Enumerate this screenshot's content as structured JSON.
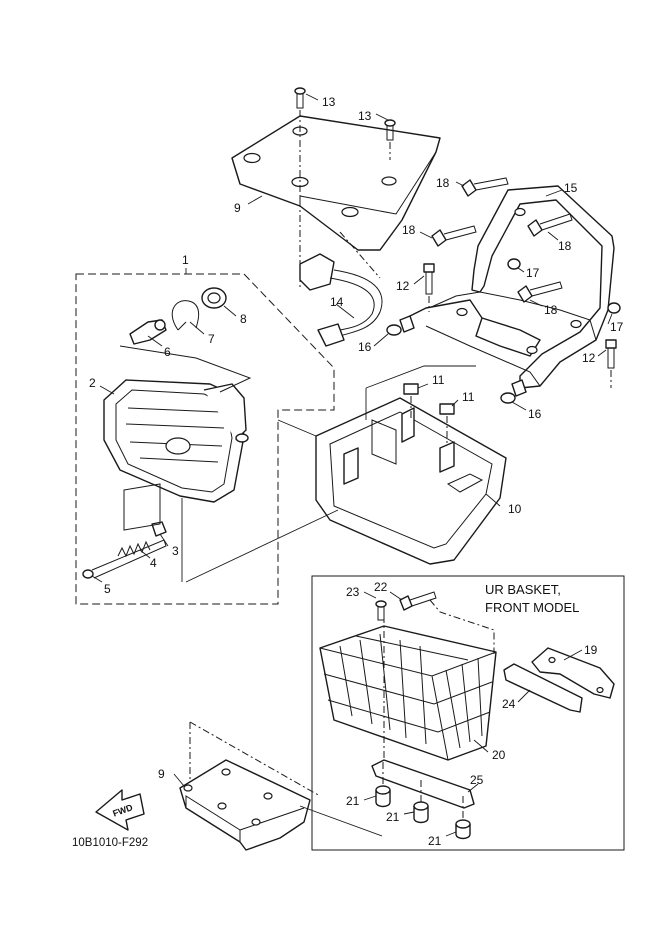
{
  "diagram": {
    "drawing_code": "10B1010-F292",
    "inset_title": [
      "UR BASKET,",
      "FRONT MODEL"
    ],
    "fwd_label": "FWD",
    "callouts": [
      "1",
      "2",
      "3",
      "4",
      "5",
      "6",
      "7",
      "8",
      "9",
      "10",
      "11",
      "11",
      "12",
      "12",
      "13",
      "13",
      "14",
      "15",
      "16",
      "16",
      "17",
      "17",
      "18",
      "18",
      "18",
      "18",
      "19",
      "20",
      "21",
      "21",
      "21",
      "22",
      "23",
      "24",
      "25",
      "9"
    ]
  }
}
